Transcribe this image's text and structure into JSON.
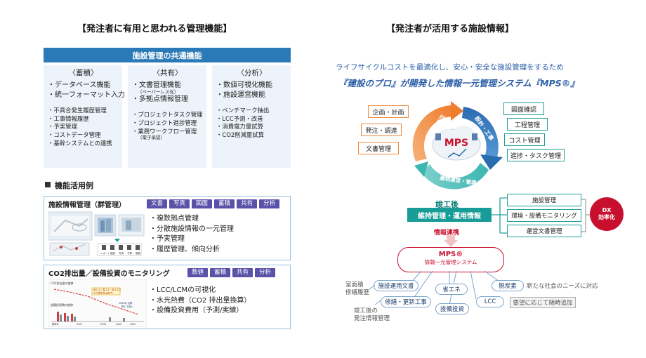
{
  "left": {
    "title": "【発注者に有用と思われる管理機能】",
    "common_header": "施設管理の共通機能",
    "columns": [
      {
        "head": "〈蓄積〉",
        "big": [
          "・データベース機能",
          "・統一フォーマット入力"
        ],
        "small": [
          "・不具合発生履歴管理",
          "・工事情報履歴",
          "・予実管理",
          "・コストデータ管理",
          "・基幹システムとの連携"
        ]
      },
      {
        "head": "〈共有〉",
        "big": [
          "・文書管理機能"
        ],
        "big_note": "（ペーパーレス化）",
        "big2": [
          "・多拠点情報管理"
        ],
        "small": [
          "・プロジェクトタスク管理",
          "・プロジェクト進捗管理",
          "・業務ワークフロー管理"
        ],
        "small_note": "（電子承認）"
      },
      {
        "head": "〈分析〉",
        "big": [
          "・数値可視化機能",
          "・施設運営機能"
        ],
        "small": [
          "・ベンチマーク抽出",
          "・LCC予測・改善",
          "・消費電力量試算",
          "・CO2削減量試算"
        ]
      }
    ],
    "examples_title": "機能活用例",
    "panel1": {
      "title": "施設情報管理（群管理）",
      "tags": [
        "文書",
        "写真",
        "図面",
        "蓄積",
        "共有",
        "分析"
      ],
      "bullets": [
        "・複数拠点管理",
        "・分散施設情報の一元管理",
        "・予実管理",
        "・履歴管理、傾向分析"
      ],
      "thumb_labels": [
        "レポート",
        "図面",
        "写真",
        "予算",
        "施設"
      ]
    },
    "panel2": {
      "title": "CO2排出量／設備投資のモニタリング",
      "tags": [
        "数値",
        "蓄積",
        "共有",
        "分析"
      ],
      "bullets": [
        "・LCC/LCMの可視化",
        "・水光熱費（CO2 排出量換算）",
        "・設備投資費用（予測/実績）"
      ],
      "chart_notes": [
        "CO2排出量の推移",
        "設備投資費の推移",
        "省エネ・再エネ・創エネで",
        "CO2排出量 ▲50%",
        "2030年 目標",
        "再エネ導入",
        "基準年",
        "2025",
        "2030",
        "2040",
        "2050"
      ]
    }
  },
  "right": {
    "title": "【発注者が活用する施設情報】",
    "lead1": "ライフサイクルコストを最適化し、安心・安全な施設管理をするため",
    "lead2": "『建設のプロ』が開発した情報一元管理システム『MPS®』",
    "cycle_labels": {
      "plan": "計画・発注",
      "design": "設計・工事",
      "operate": "建物運営・管理"
    },
    "center_logo": "MPS",
    "orange_boxes": [
      "企画・計画",
      "発注・調達",
      "文書管理"
    ],
    "teal_boxes": [
      "図面確認",
      "工程管理",
      "コスト管理",
      "進捗・タスク管理"
    ],
    "completion_label": "竣工後",
    "maintenance_label": "維持管理・運用情報",
    "info_link_label": "情報連携",
    "ops_boxes": [
      "施設管理",
      "環境・設備モニタリング",
      "運営文書管理"
    ],
    "dx_label": "DX\n効率化",
    "mps_box": {
      "title": "MPS®",
      "subtitle": "情報一元管理システム"
    },
    "pills": [
      "施設運用文書",
      "修繕・更新工事",
      "省エネ",
      "設備投資",
      "LCC",
      "脱炭素"
    ],
    "side_notes": [
      "室面積",
      "修繕履歴",
      "竣工後の",
      "発注情報管理"
    ],
    "society_note": "新たな社会のニーズに対応",
    "request_note": "要望に応じて随時追加"
  },
  "colors": {
    "accent_blue": "#2a7ab8",
    "tag_purple": "#5a52a8",
    "orange": "#f08a3c",
    "teal": "#1e9f9a",
    "red": "#c8102e"
  }
}
